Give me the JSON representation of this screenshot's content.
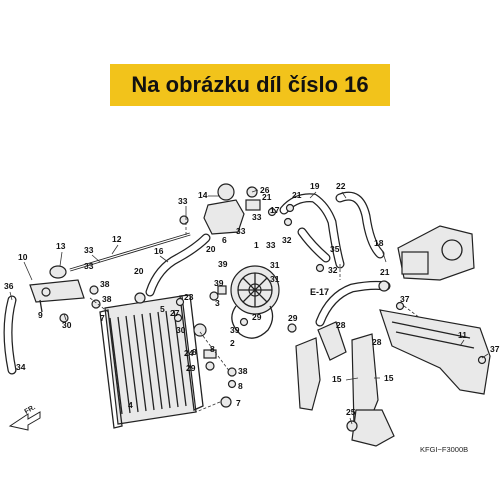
{
  "banner": {
    "text": "Na obrázku díl číslo 16",
    "color": "#f2c31b"
  },
  "diagram": {
    "part_numbers": [
      "1",
      "2",
      "3",
      "4",
      "5",
      "6",
      "7",
      "8",
      "9",
      "10",
      "11",
      "12",
      "13",
      "14",
      "15",
      "16",
      "17",
      "18",
      "19",
      "20",
      "21",
      "22",
      "23",
      "24",
      "25",
      "26",
      "27",
      "28",
      "29",
      "30",
      "31",
      "32",
      "33",
      "34",
      "35",
      "36",
      "37",
      "38",
      "39"
    ],
    "reference_label": "E-17",
    "front_marker": "FR.",
    "drawing_code": "KFGI−F3000B"
  }
}
